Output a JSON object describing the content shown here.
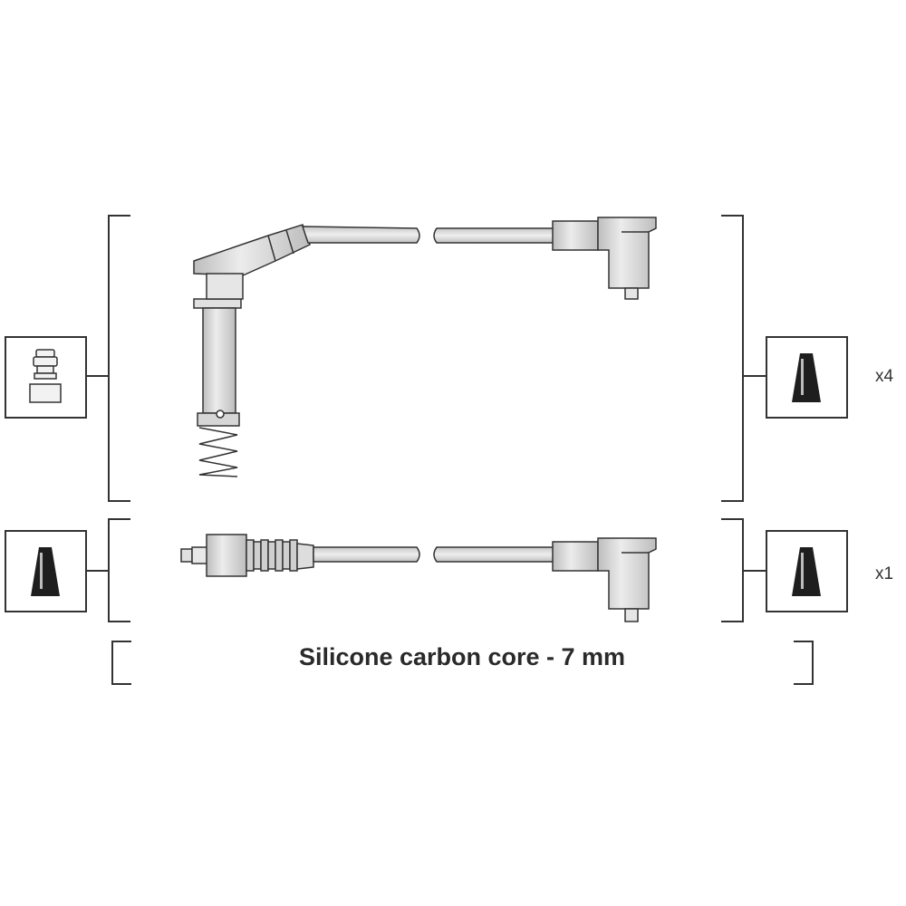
{
  "quantities": {
    "top_set": "x4",
    "bottom_set": "x1"
  },
  "caption": "Silicone carbon core - 7 mm",
  "icons": {
    "left_top": "spark-plug-connector-icon",
    "left_bottom": "cone-terminal-icon",
    "right_top": "cone-terminal-icon",
    "right_bottom": "cone-terminal-icon"
  },
  "colors": {
    "line": "#333333",
    "part_fill": "#d9d9d9",
    "part_shade": "#bdbdbd",
    "icon_fill": "#1e1e1e"
  }
}
